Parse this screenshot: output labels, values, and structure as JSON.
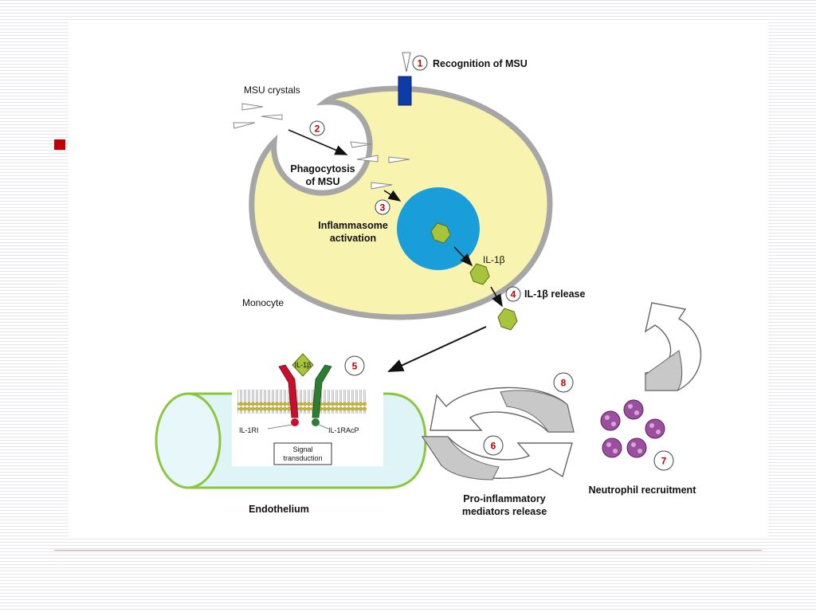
{
  "colors": {
    "cell_fill": "#f8f4b0",
    "cell_outline": "#a6a6a6",
    "nucleus": "#1a9ed9",
    "il1b": "#a8c43c",
    "receptor_red": "#c8102e",
    "receptor_green": "#2e7d32",
    "vessel_fill": "#dff4f6",
    "vessel_outline": "#8cc63f",
    "neutrophil": "#9b4f9e",
    "step_number": "#c00000",
    "bullet": "#c00000"
  },
  "steps": [
    {
      "number": "1",
      "label": "Recognition of MSU"
    },
    {
      "number": "2",
      "label_lines": [
        "Phagocytosis",
        "of MSU"
      ]
    },
    {
      "number": "3",
      "label_lines": [
        "Inflammasome",
        "activation"
      ]
    },
    {
      "number": "4",
      "label": "IL-1β release"
    },
    {
      "number": "5"
    },
    {
      "number": "6",
      "label_lines": [
        "Pro-inflammatory",
        "mediators release"
      ]
    },
    {
      "number": "7",
      "label": "Neutrophil recruitment"
    },
    {
      "number": "8"
    }
  ],
  "labels": {
    "msu_crystals": "MSU crystals",
    "monocyte": "Monocyte",
    "il1b": "IL-1β",
    "il1b_bound": "IL-1β",
    "il1ri": "IL-1RI",
    "il1racp": "IL-1RAcP",
    "signal_transduction": [
      "Signal",
      "transduction"
    ],
    "endothelium": "Endothelium"
  },
  "icons": [
    "msu-crystal-icon",
    "il1b-molecule-icon",
    "neutrophil-icon",
    "cycle-arrow-icon",
    "curved-arrow-icon",
    "receptor-icon"
  ]
}
